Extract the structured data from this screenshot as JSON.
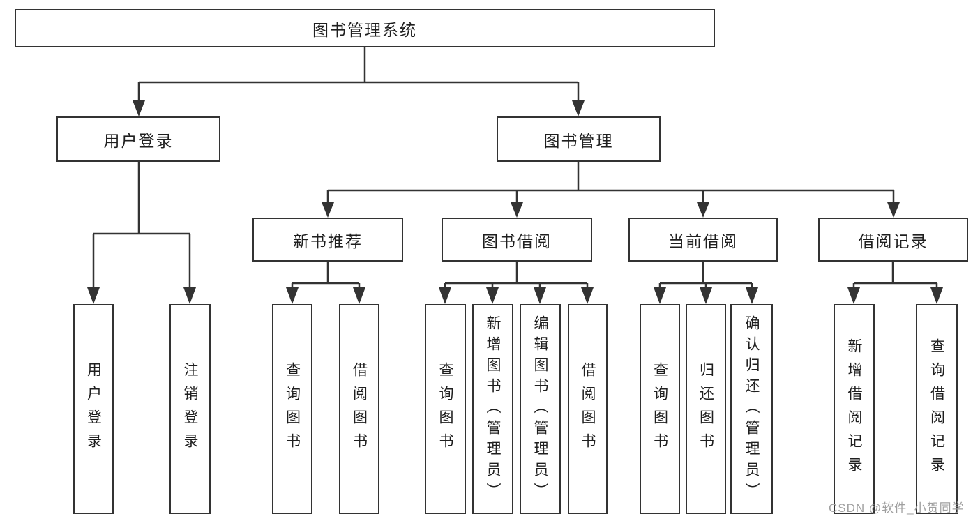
{
  "diagram": {
    "root": {
      "label": "图书管理系统"
    },
    "level2": [
      {
        "label": "用户登录"
      },
      {
        "label": "图书管理"
      }
    ],
    "level3": [
      {
        "label": "新书推荐"
      },
      {
        "label": "图书借阅"
      },
      {
        "label": "当前借阅"
      },
      {
        "label": "借阅记录"
      }
    ],
    "leaves": [
      {
        "label": "用户登录"
      },
      {
        "label": "注销登录"
      },
      {
        "label": "查询图书"
      },
      {
        "label": "借阅图书"
      },
      {
        "label": "查询图书"
      },
      {
        "label": "新增图书（管理员）"
      },
      {
        "label": "编辑图书（管理员）"
      },
      {
        "label": "借阅图书"
      },
      {
        "label": "查询图书"
      },
      {
        "label": "归还图书"
      },
      {
        "label": "确认归还（管理员）"
      },
      {
        "label": "新增借阅记录"
      },
      {
        "label": "查询借阅记录"
      }
    ]
  },
  "watermark": {
    "label": "CSDN @软件_小贺同学"
  },
  "colors": {
    "line": "#333333",
    "text": "#1f1f1f",
    "watermark": "#a0a0a0",
    "background": "#ffffff"
  }
}
